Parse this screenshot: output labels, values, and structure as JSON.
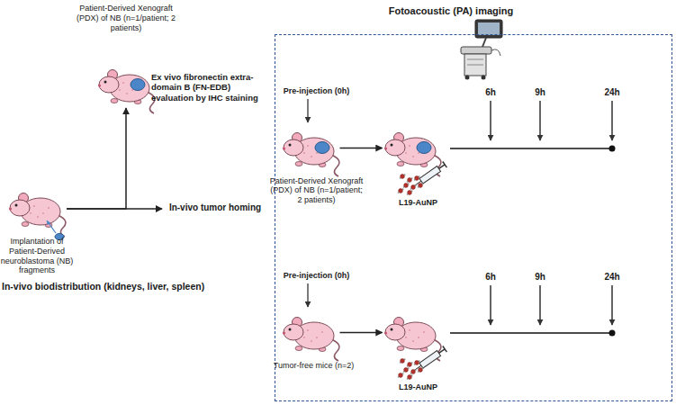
{
  "diagram": {
    "nodes": [
      {
        "text": [
          "Implantation of Patient-Derived neuroblastoma (NB) fragments"
        ]
      },
      {
        "text": [
          "Patient-Derived Xenograft (PDX) of NB (n=1/patient; 2 patients)"
        ]
      },
      {
        "text": [
          "In-vivo tumor homing"
        ]
      },
      {
        "text": [
          "Fotoacoustic (PA) imaging"
        ]
      },
      {
        "text": [
          "Pre-injection (0h)",
          "Patient-Derived Xenograft (PDX) of NB (n=1/patient; 2 patients)"
        ],
        "in": 3
      },
      {
        "text": [
          "L19-AuNP"
        ],
        "in": 3
      },
      {
        "text": [
          "Pre-injection (0h)",
          "Tumor-free mice (n=2)"
        ],
        "in": 3
      },
      {
        "text": [
          "L19-AuNP"
        ],
        "in": 3
      }
    ],
    "edges": [
      {
        "from": 0,
        "to": 1,
        "arrow": "to"
      },
      {
        "from": 0,
        "to": 2,
        "arrow": "to"
      },
      {
        "from": 4,
        "to": 5,
        "arrow": "to"
      },
      {
        "from": 6,
        "to": 7,
        "arrow": "to"
      }
    ],
    "labels": [
      "Ex vivo fibronectin extra-domain B (FN-EDB) evaluation by IHC staining",
      "6h",
      "9h",
      "24h",
      "In-vivo biodistribution (kidneys, liver, spleen)",
      "6h",
      "9h",
      "24h"
    ]
  }
}
